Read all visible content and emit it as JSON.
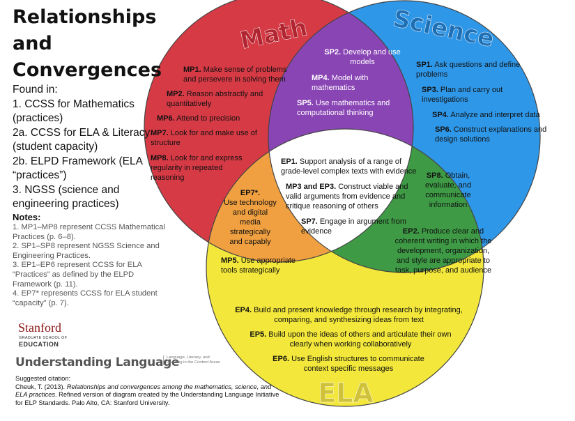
{
  "title_lines": [
    "Relationships",
    "and",
    "Convergences"
  ],
  "found_in": {
    "heading": "Found in:",
    "items": [
      "1. CCSS for Mathematics (practices)",
      "2a. CCSS for ELA & Literacy (student capacity)",
      "2b. ELPD Framework (ELA “practices”)",
      "3. NGSS (science and engineering practices)"
    ]
  },
  "notes": {
    "heading": "Notes:",
    "items": [
      "1. MP1–MP8 represent CCSS Mathematical Practices (p. 6–8).",
      "2. SP1–SP8 represent NGSS Science and Engineering Practices.",
      "3. EP1–EP6 represent CCSS for ELA “Practices” as defined by the ELPD Framework (p. 11).",
      "4. EP7* represents CCSS for ELA student “capacity” (p. 7)."
    ]
  },
  "logos": {
    "stanford": "Stanford",
    "stanford_sub1": "GRADUATE SCHOOL OF",
    "stanford_sub2": "EDUCATION",
    "ul": "Understanding Language",
    "ul_sub": "Language, Literacy, and Learning in the Content Areas"
  },
  "citation": {
    "label": "Suggested citation:",
    "author": "Cheuk, T. (2013). ",
    "title": "Relationships and convergences among the mathematics, science, and ELA practices",
    "rest": ". Refined version of diagram created by the Understanding Language Initiative for ELP Standards. Palo Alto, CA: Stanford University."
  },
  "venn": {
    "circle_labels": {
      "math": "Math",
      "science": "Science",
      "ela": "ELA"
    },
    "colors": {
      "math": "#d63a45",
      "science": "#2f97e8",
      "ela": "#f2e73a",
      "math_science": "#8a45b5",
      "math_ela": "#f0a040",
      "science_ela": "#3e9a45",
      "center": "#ffffff"
    },
    "math_items": [
      {
        "code": "MP1.",
        "text": "Make sense of problems and persevere in solving them"
      },
      {
        "code": "MP2.",
        "text": "Reason abstractly and quantitatively"
      },
      {
        "code": "MP6.",
        "text": "Attend to precision"
      },
      {
        "code": "MP7.",
        "text": "Look for and make use of structure"
      },
      {
        "code": "MP8.",
        "text": "Look for and express regularity in repeated reasoning"
      }
    ],
    "math_science_items": [
      {
        "code": "SP2.",
        "text": "Develop and use models"
      },
      {
        "code": "MP4.",
        "text": "Model with mathematics"
      },
      {
        "code": "SP5.",
        "text": "Use mathematics and computational thinking"
      }
    ],
    "science_items": [
      {
        "code": "SP1.",
        "text": "Ask questions and define problems"
      },
      {
        "code": "SP3.",
        "text": "Plan and carry out investigations"
      },
      {
        "code": "SP4.",
        "text": "Analyze and interpret data"
      },
      {
        "code": "SP6.",
        "text": "Construct explanations and design solutions"
      }
    ],
    "center_items": [
      {
        "code": "EP1.",
        "text": "Support analysis of a range of grade-level complex texts with evidence"
      },
      {
        "code": "MP3 and EP3.",
        "text": "Construct viable and valid arguments from evidence and critique reasoning of others"
      },
      {
        "code": "SP7.",
        "text": "Engage in argument from evidence"
      }
    ],
    "math_ela_items": [
      {
        "code": "EP7*.",
        "text": "Use technology and digital media strategically and capably"
      },
      {
        "code": "MP5.",
        "text": "Use appropriate tools strategically"
      }
    ],
    "science_ela_items": [
      {
        "code": "SP8.",
        "text": "Obtain, evaluate, and communicate information"
      },
      {
        "code": "EP2.",
        "text": "Produce clear and coherent writing in which the development, organization, and style are appropriate to task, purpose, and audience"
      }
    ],
    "ela_items": [
      {
        "code": "EP4.",
        "text": "Build and present knowledge through research by integrating, comparing, and synthesizing ideas from text"
      },
      {
        "code": "EP5.",
        "text": "Build upon the ideas of others and articulate their own clearly when working collaboratively"
      },
      {
        "code": "EP6.",
        "text": "Use English structures to communicate context specific messages"
      }
    ]
  }
}
